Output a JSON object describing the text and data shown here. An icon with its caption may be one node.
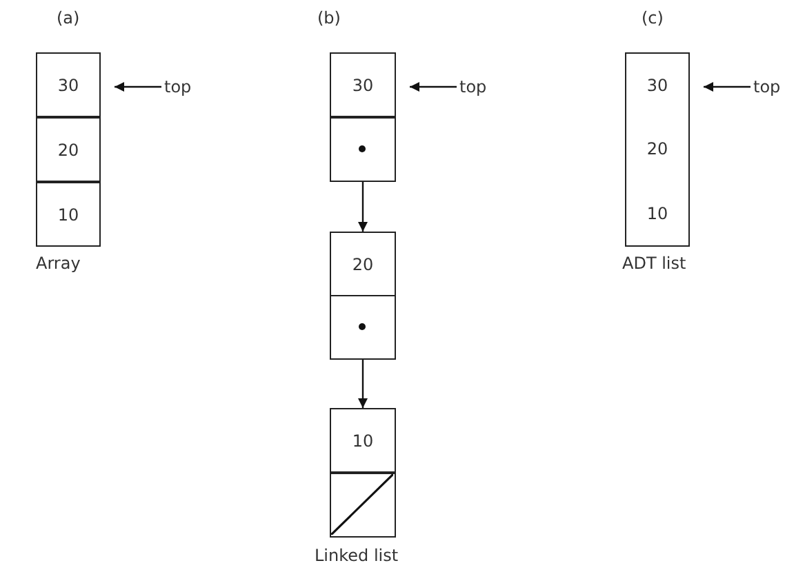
{
  "diagram": {
    "nodes": [
      {
        "text": [
          "30"
        ]
      },
      {
        "text": [
          "20"
        ]
      },
      {
        "text": [
          "10"
        ]
      },
      {
        "text": [
          "top"
        ]
      },
      {
        "text": [
          "30"
        ]
      },
      {
        "text": [],
        "shape": "box"
      },
      {
        "text": [
          "20"
        ]
      },
      {
        "text": [],
        "shape": "box"
      },
      {
        "text": [
          "10"
        ]
      },
      {
        "text": [],
        "shape": "box"
      },
      {
        "text": [
          "top"
        ]
      },
      {
        "text": [
          "30",
          "20",
          "10"
        ]
      },
      {
        "text": [
          "top"
        ]
      }
    ],
    "edges": [
      {
        "from": 3,
        "to": 0,
        "arrow": "to"
      },
      {
        "from": 10,
        "to": 4,
        "arrow": "to"
      },
      {
        "from": 5,
        "to": 6,
        "arrow": "to"
      },
      {
        "from": 7,
        "to": 8,
        "arrow": "to"
      },
      {
        "from": 12,
        "to": 11,
        "arrow": "to"
      }
    ],
    "labels": [
      "(a)",
      "(b)",
      "(c)",
      "Array",
      "Linked list",
      "ADT list"
    ]
  }
}
